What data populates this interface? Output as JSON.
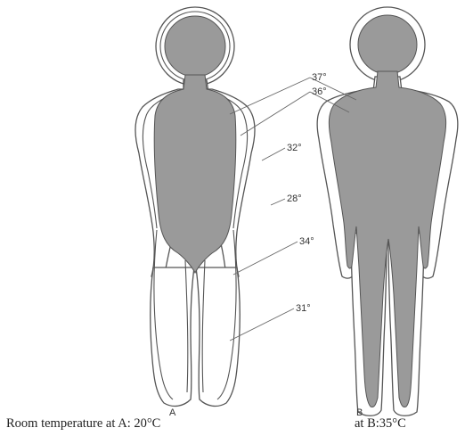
{
  "figures": [
    {
      "letter": "A",
      "caption": "Room temperature at A: 20°C"
    },
    {
      "letter": "B",
      "caption": "at B:35°C"
    }
  ],
  "isotherms": [
    {
      "label": "37°"
    },
    {
      "label": "36°"
    },
    {
      "label": "32°"
    },
    {
      "label": "28°"
    },
    {
      "label": "34°"
    },
    {
      "label": "31°"
    }
  ],
  "colors": {
    "core": "#9a9a9a",
    "outline": "#555555",
    "leader": "#666666",
    "background": "#ffffff"
  }
}
